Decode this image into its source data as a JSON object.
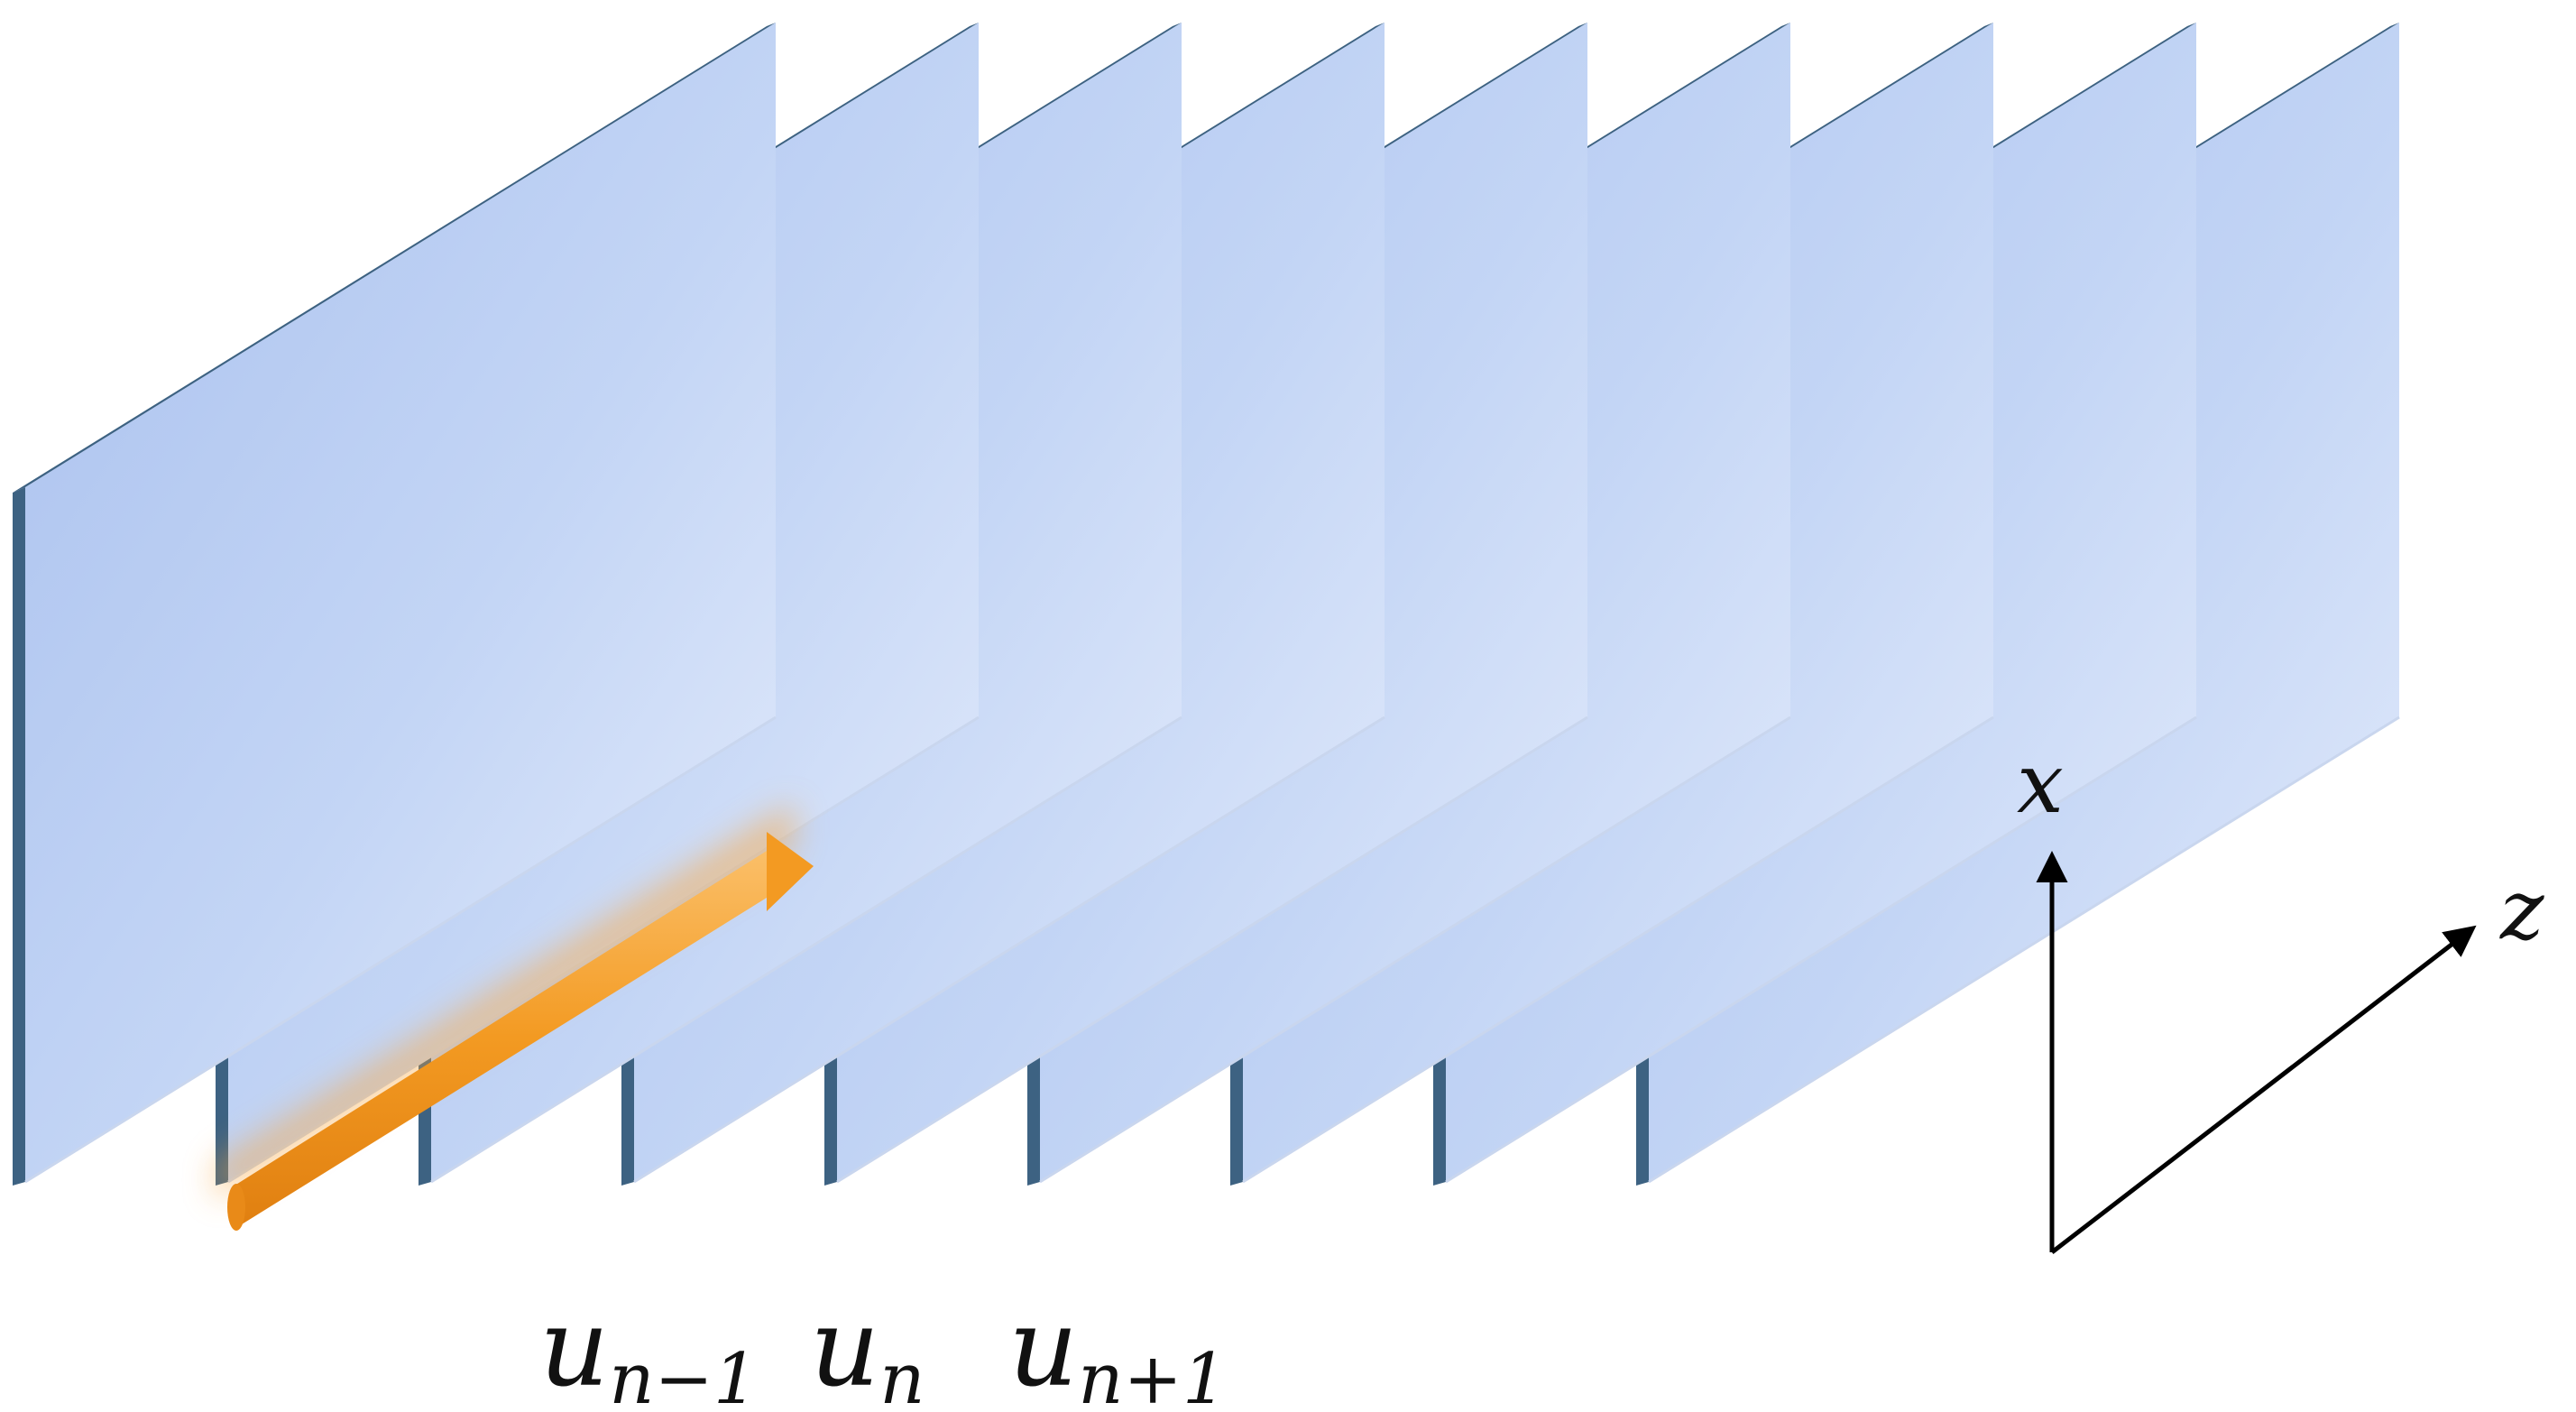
{
  "figure": {
    "plate_count": 9,
    "colors": {
      "plate_face_light": "#dfe8fb",
      "plate_face_mid": "#b9cdf2",
      "plate_face_dark": "#a9c0ee",
      "plate_edge": "#3d6282",
      "beam": "#f39a22",
      "beam_glow": "#f7b25a",
      "axis": "#000000",
      "text": "#111111"
    }
  },
  "labels": {
    "u_prev": {
      "base": "u",
      "sub": "n−1"
    },
    "u_curr": {
      "base": "u",
      "sub": "n"
    },
    "u_next": {
      "base": "u",
      "sub": "n+1"
    }
  },
  "axes": {
    "x_label": "x",
    "z_label": "z"
  }
}
